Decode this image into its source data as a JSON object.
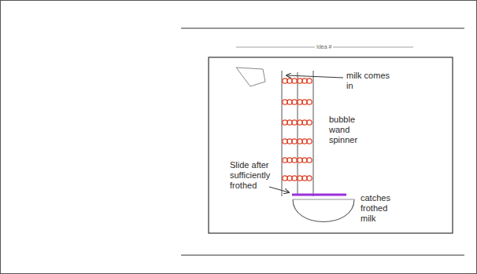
{
  "diagram": {
    "labels": [
      "Idea #",
      "milk comes in",
      "bubble wand spinner",
      "Slide after sufficiently frothed",
      "catches frothed milk"
    ]
  }
}
